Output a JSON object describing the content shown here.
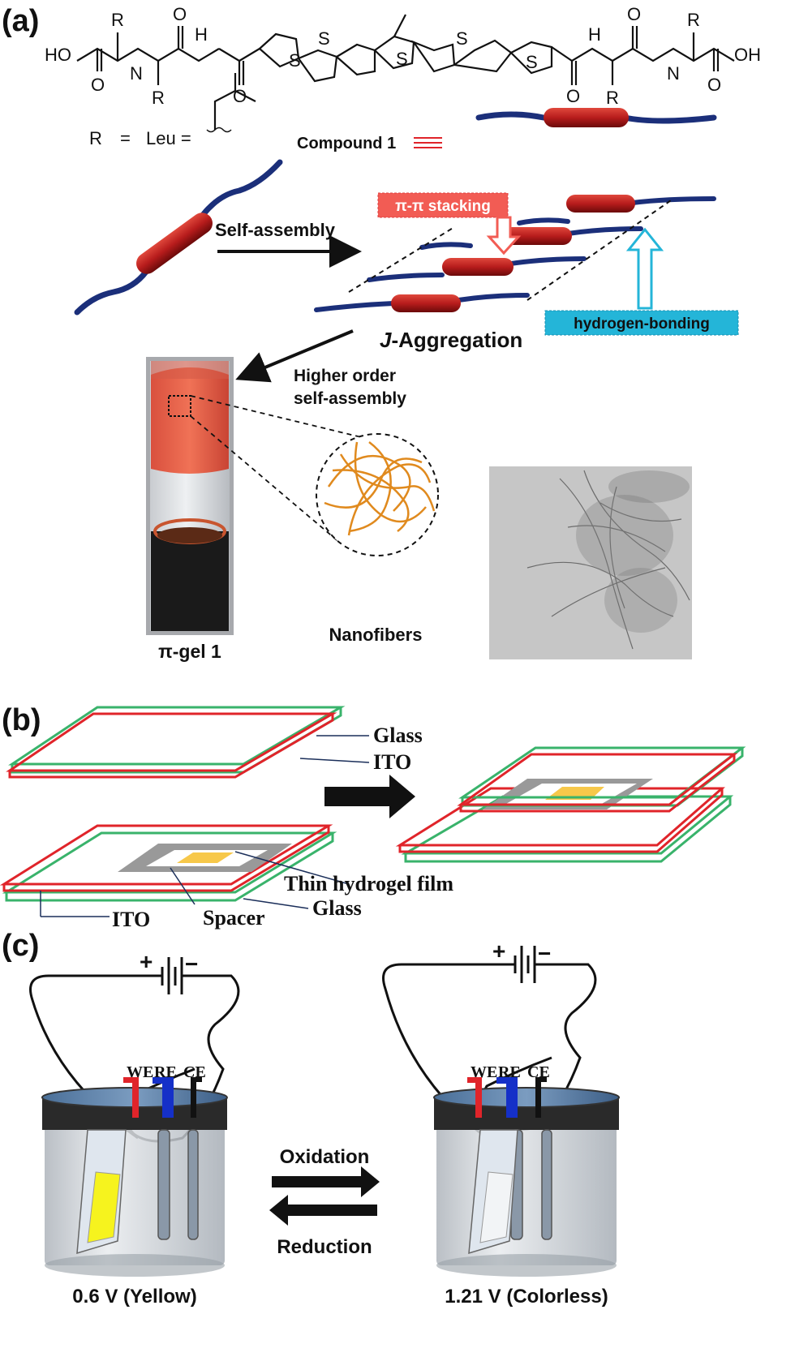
{
  "panel_a": {
    "label": "(a)",
    "structure": {
      "r_label": "R",
      "ho": "HO",
      "oh": "OH",
      "nh": "H",
      "n": "N",
      "o": "O",
      "s": "S",
      "r_def_r": "R",
      "r_def_eq": "=",
      "r_def_leu": "Leu =",
      "compound_label": "Compound 1"
    },
    "self_assembly_label": "Self-assembly",
    "pi_stacking_label": "π-π stacking",
    "hbond_label": "hydrogen-bonding",
    "j_prefix": "J",
    "j_aggregation_label": "-Aggregation",
    "higher_order_line1": "Higher order",
    "higher_order_line2": "self-assembly",
    "nanofibers_label": "Nanofibers",
    "gel_label": "π-gel 1"
  },
  "panel_b": {
    "label": "(b)",
    "glass_top": "Glass",
    "ito_top": "ITO",
    "thin_film": "Thin hydrogel film",
    "glass_bottom": "Glass",
    "ito_bottom": "ITO",
    "spacer": "Spacer"
  },
  "panel_c": {
    "label": "(c)",
    "plus": "+",
    "minus": "−",
    "we": "WE",
    "re": "RE",
    "ce": "CE",
    "oxidation": "Oxidation",
    "reduction": "Reduction",
    "left_caption": "0.6 V (Yellow)",
    "right_caption": "1.21 V (Colorless)"
  },
  "colors": {
    "chain_blue": "#1b2f7a",
    "core_red": "#b71c1c",
    "stack_red": "#f25c54",
    "hbond_cyan": "#24b5d8",
    "ito_red": "#e0242a",
    "glass_green": "#39b36b",
    "film_yellow": "#f7c84a",
    "spacer_gray": "#999999",
    "electrolyte_yellow": "#f6f31e"
  }
}
